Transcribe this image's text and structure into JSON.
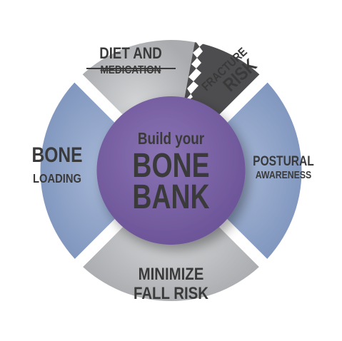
{
  "center": {
    "line1": "Build your",
    "line2": "BONE",
    "line3": "BANK"
  },
  "segments": {
    "top_left": {
      "line1": "DIET AND",
      "line2": "MEDICATION"
    },
    "top_right": {
      "line1": "FRACTURE",
      "line2": "RISK"
    },
    "left": {
      "line1": "BONE",
      "line2": "LOADING"
    },
    "right": {
      "line1": "POSTURAL",
      "line2": "AWARENESS"
    },
    "bottom": {
      "line1": "MINIMIZE",
      "line2": "FALL RISK"
    }
  },
  "colors": {
    "gray_segment": "#bdbec0",
    "blue_segment": "#8fa3c7",
    "dark_segment": "#4a4a4a",
    "center_circle": "#7b62a6",
    "text_dark": "#3a3a3a",
    "text_light": "#ffffff"
  }
}
